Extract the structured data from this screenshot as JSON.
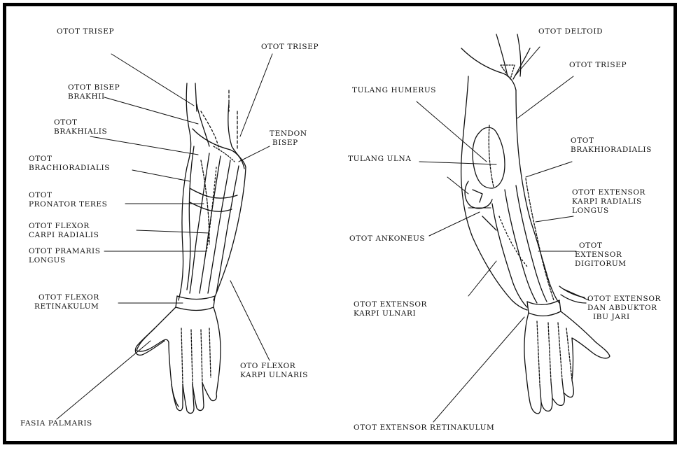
{
  "colors": {
    "ink": "#111111",
    "border": "#000000",
    "background": "#ffffff"
  },
  "left_arm": {
    "otot_trisep_a": "OTOT TRISEP",
    "otot_trisep_b": "OTOT TRISEP",
    "otot_bisep_1": "OTOT BISEP",
    "otot_bisep_2": "BRAKHII",
    "otot_brakhialis_1": "OTOT",
    "otot_brakhialis_2": "BRAKHIALIS",
    "tendon_bisep_1": "TENDON",
    "tendon_bisep_2": "BISEP",
    "brachioradialis_1": "OTOT",
    "brachioradialis_2": "BRACHIORADIALIS",
    "pronator_1": "OTOT",
    "pronator_2": "PRONATOR TERES",
    "flexor_carpi_radialis_1": "OTOT FLEXOR",
    "flexor_carpi_radialis_2": "CARPI RADIALIS",
    "pramaris_1": "OTOT PRAMARIS",
    "pramaris_2": "LONGUS",
    "flexor_retinakulum_1": "OTOT FLEXOR",
    "flexor_retinakulum_2": "RETINAKULUM",
    "flexor_karpi_ulnaris_1": "OTO FLEXOR",
    "flexor_karpi_ulnaris_2": "KARPI ULNARIS",
    "fasia_palmaris": "FASIA PALMARIS"
  },
  "right_arm": {
    "otot_deltoid": "OTOT DELTOID",
    "otot_trisep": "OTOT TRISEP",
    "tulang_humerus": "TULANG HUMERUS",
    "tulang_ulna": "TULANG ULNA",
    "brakhioradialis_1": "OTOT",
    "brakhioradialis_2": "BRAKHIORADIALIS",
    "ext_karpi_radialis_1": "OTOT EXTENSOR",
    "ext_karpi_radialis_2": "KARPI RADIALIS",
    "ext_karpi_radialis_3": "LONGUS",
    "ankoneus": "OTOT ANKONEUS",
    "ext_digitorum_1": "OTOT",
    "ext_digitorum_2": "EXTENSOR",
    "ext_digitorum_3": "DIGITORUM",
    "ext_karpi_ulnari_1": "OTOT EXTENSOR",
    "ext_karpi_ulnari_2": "KARPI ULNARI",
    "ext_abduktor_1": "OTOT EXTENSOR",
    "ext_abduktor_2": "DAN ABDUKTOR",
    "ext_abduktor_3": "IBU JARI",
    "ext_retinakulum": "OTOT EXTENSOR RETINAKULUM"
  }
}
